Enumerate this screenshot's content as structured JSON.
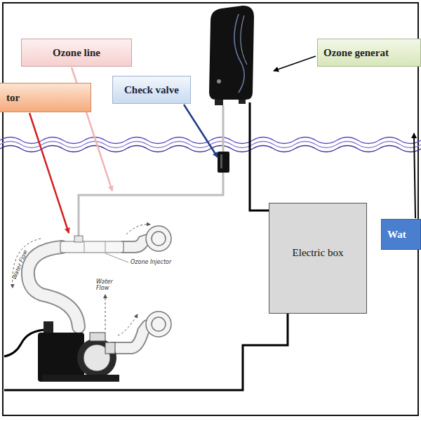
{
  "diagram": {
    "nodes": [
      {
        "text": [
          "Ozone line"
        ]
      },
      {
        "text": [
          "Ozone generat"
        ]
      },
      {
        "text": [
          "Check valve"
        ]
      },
      {
        "text": [
          "tor"
        ]
      },
      {
        "text": [
          "Electric box"
        ]
      },
      {
        "text": [
          "Wat"
        ]
      }
    ],
    "labels": [
      "Water Flow",
      "Ozone Injector",
      "Water Flow"
    ]
  }
}
